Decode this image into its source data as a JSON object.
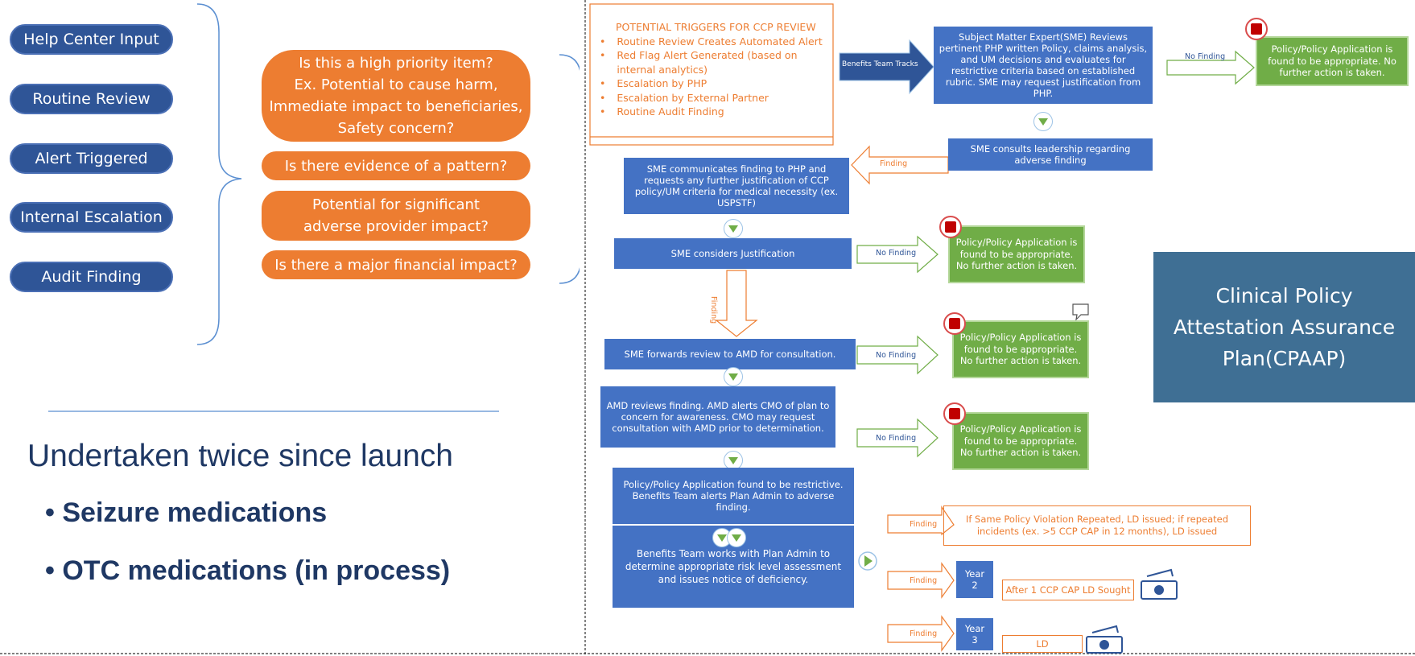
{
  "left": {
    "pills": [
      "Help Center Input",
      "Routine Review",
      "Alert Triggered",
      "Internal Escalation",
      "Audit Finding"
    ],
    "questions": [
      "Is this a high priority item?\nEx. Potential to cause harm, Immediate impact to beneficiaries, Safety concern?",
      "Is there evidence of a pattern?",
      "Potential for significant adverse provider impact?",
      "Is there a major financial impact?"
    ],
    "heading": "Undertaken twice since launch",
    "bullets": [
      "Seizure medications",
      "OTC medications (in process)"
    ]
  },
  "triggers": {
    "title": "POTENTIAL TRIGGERS FOR CCP REVIEW",
    "items": [
      "Routine Review Creates Automated Alert",
      "Red Flag Alert Generated (based on internal analytics)",
      "Escalation by PHP",
      "Escalation by External Partner",
      "Routine Audit Finding"
    ]
  },
  "flow": {
    "benefits_track": "Benefits Team Tracks",
    "sme_review": "Subject Matter Expert(SME) Reviews pertinent PHP written Policy, claims analysis, and UM decisions and evaluates for restrictive criteria based on established rubric. SME may request justification from PHP.",
    "sme_consults": "SME consults leadership regarding adverse finding",
    "sme_communicates": "SME communicates finding to PHP and requests any further justification of CCP policy/UM criteria for medical necessity (ex. USPSTF)",
    "sme_considers": "SME considers Justification",
    "sme_forwards": "SME forwards review to AMD for consultation.",
    "amd_reviews": "AMD reviews finding. AMD alerts CMO of plan to concern for awareness. CMO may request consultation with AMD prior to determination.",
    "restrictive": "Policy/Policy Application found to be restrictive. Benefits Team alerts Plan Admin to adverse finding.",
    "benefits_works": "Benefits Team works with Plan Admin to determine appropriate risk level assessment and issues notice of deficiency.",
    "appropriate": "Policy/Policy Application is found to be appropriate. No further action is taken.",
    "no_finding": "No Finding",
    "finding": "Finding",
    "repeated": "If Same Policy Violation Repeated, LD issued; if  repeated incidents (ex. >5 CCP CAP in 12 months), LD issued",
    "year2": "Year 2",
    "year3": "Year 3",
    "after1": "After 1 CCP CAP LD Sought",
    "ld": "LD"
  },
  "title_box": "Clinical Policy Attestation Assurance Plan(CPAAP)",
  "colors": {
    "pill": "#2f5597",
    "orange": "#ed7d31",
    "blue": "#4472c4",
    "green": "#70ad47",
    "title_box": "#3f6f94"
  }
}
